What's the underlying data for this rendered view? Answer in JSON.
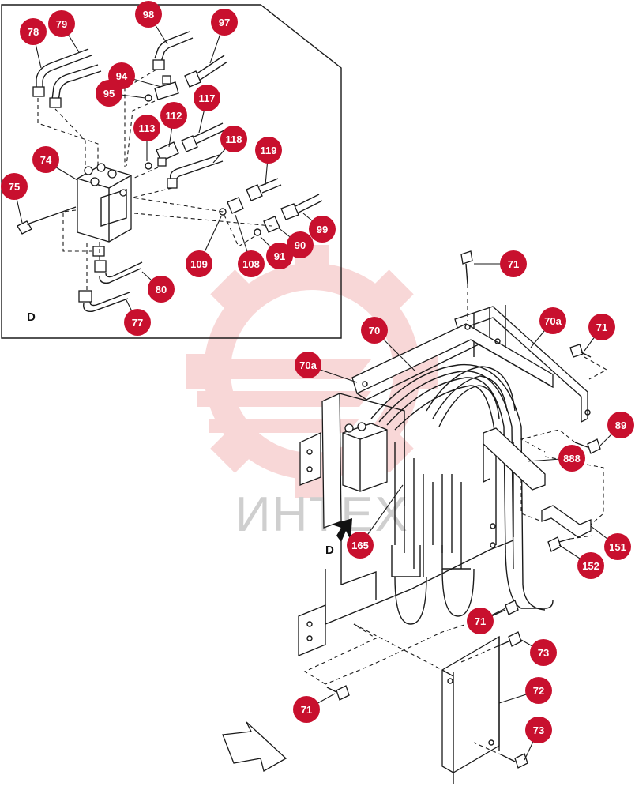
{
  "colors": {
    "callout": "#c8102e",
    "callout_text": "#ffffff",
    "watermark": "#f3c2c2",
    "watermark_text": "#cfcfcf",
    "line": "#1a1a1a"
  },
  "watermark": {
    "logo": "gear-logo",
    "text": "ИНТЕХ"
  },
  "detail_view": {
    "label": "D"
  },
  "view_arrow": {
    "label": "D"
  },
  "callouts": {
    "c78": "78",
    "c79": "79",
    "c98": "98",
    "c97": "97",
    "c94": "94",
    "c95": "95",
    "c117": "117",
    "c112": "112",
    "c113": "113",
    "c118": "118",
    "c74": "74",
    "c119": "119",
    "c75": "75",
    "c99": "99",
    "c90": "90",
    "c91": "91",
    "c109": "109",
    "c108": "108",
    "c80": "80",
    "c77": "77",
    "c71a": "71",
    "c70": "70",
    "c70a_top": "70a",
    "c71b": "71",
    "c70a_left": "70a",
    "c89": "89",
    "c888": "888",
    "c165": "165",
    "c151": "151",
    "c152": "152",
    "c71c": "71",
    "c73a": "73",
    "c72": "72",
    "c71d": "71",
    "c73b": "73"
  }
}
